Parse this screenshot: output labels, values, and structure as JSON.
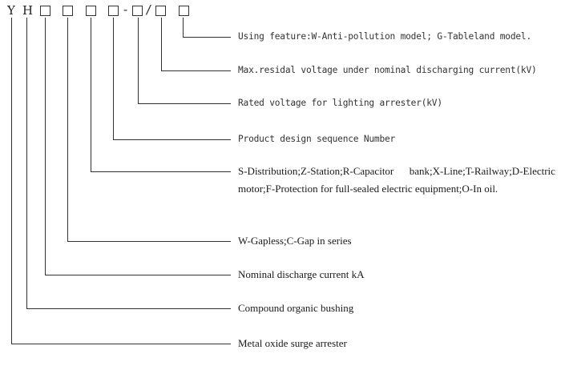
{
  "code": {
    "letters": [
      "Y",
      "H"
    ],
    "slot_count": 7,
    "separators": [
      "-",
      "/"
    ]
  },
  "legend": [
    {
      "id": "using-feature",
      "text": "Using feature:W-Anti-pollution model; G-Tableland model."
    },
    {
      "id": "max-residual-voltage",
      "text": "Max.residal voltage under nominal discharging current(kV)"
    },
    {
      "id": "rated-voltage",
      "text": "Rated voltage for lighting arrester(kV)"
    },
    {
      "id": "design-sequence",
      "text": "Product design sequence Number"
    },
    {
      "id": "application-type",
      "text": "S-Distribution;Z-Station;R-Capacitor      bank;X-Line;T-Railway;D-Electric motor;F-Protection for full-sealed electric equipment;O-In oil."
    },
    {
      "id": "gap-structure",
      "text": "W-Gapless;C-Gap in series"
    },
    {
      "id": "nominal-discharge-current",
      "text": "Nominal discharge current kA"
    },
    {
      "id": "bushing",
      "text": "Compound organic bushing"
    },
    {
      "id": "arrester-type",
      "text": "Metal oxide surge arrester"
    }
  ]
}
